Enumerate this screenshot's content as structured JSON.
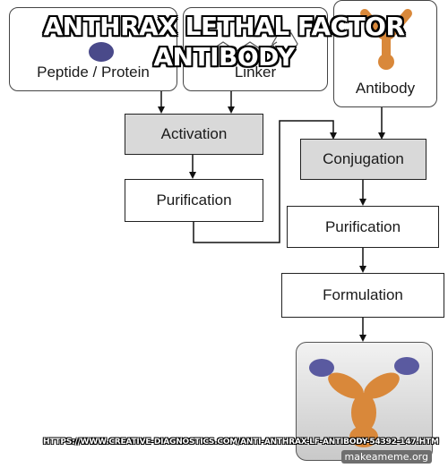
{
  "meme": {
    "top_line1": "ANTHRAX LETHAL FACTOR",
    "top_line2": "ANTIBODY",
    "source_url": "HTTPS://WWW.CREATIVE-DIAGNOSTICS.COM/ANTI-ANTHRAX-LF-ANTIBODY-54392-147.HTM"
  },
  "watermark": "makeameme.org",
  "diagram": {
    "sources": {
      "peptide": "Peptide / Protein",
      "linker": "Linker",
      "antibody": "Antibody"
    },
    "steps": {
      "activation": "Activation",
      "purification_left": "Purification",
      "conjugation": "Conjugation",
      "purification_right": "Purification",
      "formulation": "Formulation"
    }
  },
  "colors": {
    "grey_box": "#d9d9d9",
    "antibody_orange": "#d9883a",
    "antibody_purple": "#5a5aa0"
  }
}
